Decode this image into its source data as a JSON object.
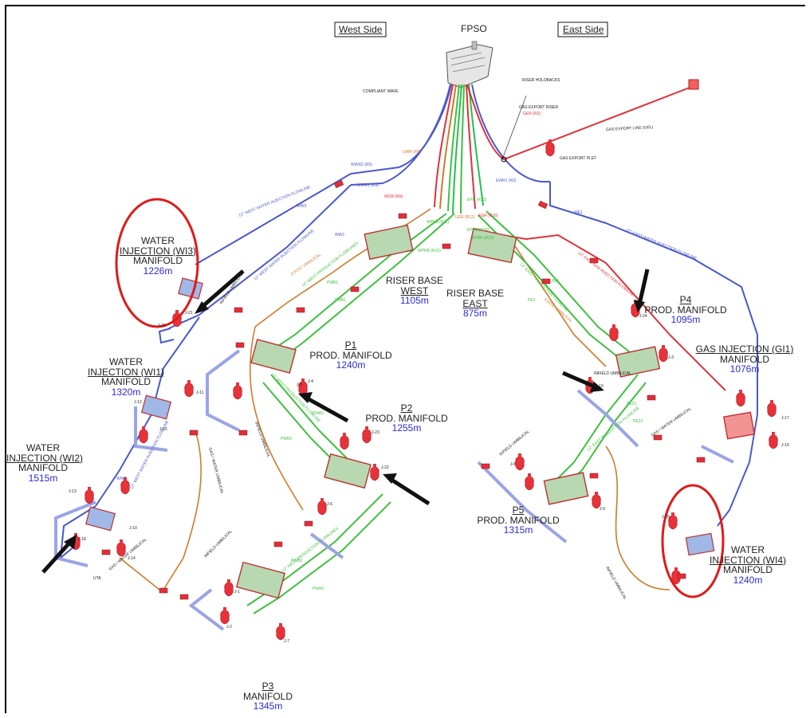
{
  "header": {
    "west": "West Side",
    "center": "FPSO",
    "east": "East Side"
  },
  "colors": {
    "water_injection": "#4a58cc",
    "production": "#3fbf3f",
    "gas": "#e0303a",
    "umbilical": "#d07a2a",
    "riser_green": "#20c050",
    "manifold_fill": "#f4a6a6",
    "depth_text": "#2b2bd6"
  },
  "manifolds": {
    "wi3": {
      "l1": "WATER",
      "l2": "INJECTION (WI3)",
      "l3": "MANIFOLD",
      "depth": "1226m"
    },
    "wi1": {
      "l1": "WATER",
      "l2": "INJECTION (WI1)",
      "l3": "MANIFOLD",
      "depth": "1320m"
    },
    "wi2": {
      "l1": "WATER",
      "l2": "INJECTION (WI2)",
      "l3": "MANIFOLD",
      "depth": "1515m"
    },
    "p1": {
      "l1": "P1",
      "l2": "PROD. MANIFOLD",
      "depth": "1240m"
    },
    "p2": {
      "l1": "P2",
      "l2": "PROD. MANIFOLD",
      "depth": "1255m"
    },
    "p3": {
      "l1": "P3",
      "l2": "MANIFOLD",
      "depth": "1345m"
    },
    "rbw": {
      "l1": "RISER BASE",
      "l2": "WEST",
      "depth": "1105m"
    },
    "rbe": {
      "l1": "RISER BASE",
      "l2": "EAST",
      "depth": "875m"
    },
    "p4": {
      "l1": "P4",
      "l2": "PROD. MANIFOLD",
      "depth": "1095m"
    },
    "gi1": {
      "l1": "GAS INJECTION (GI1)",
      "l2": "MANIFOLD",
      "depth": "1076m"
    },
    "p5": {
      "l1": "P5",
      "l2": "PROD. MANIFOLD",
      "depth": "1315m"
    },
    "wi4": {
      "l1": "WATER",
      "l2": "INJECTION (WI4)",
      "l3": "MANIFOLD",
      "depth": "1240m"
    }
  },
  "labels": {
    "compliant_wave": "COMPLIANT WAVE",
    "riser_holdbacks": "RISER HOLDBACKS",
    "gas_export_riser": "GAS EXPORT RISER",
    "ger": "GER (R3)",
    "gas_export_line": "GAS EXPORT LINE (GEL)",
    "gas_export_plet": "GAS EXPORT PLET",
    "west_wi_flowline_top": "12\" WEST WATER INJECTION FLOWLINE",
    "west_wi_flowline_mid": "12\" WEST WATER INJECTION FLOWLINE",
    "east_wi_flowline": "12\" EAST WATER INJECTION FLOWLINE",
    "east_gi_flowline": "12\" EAST GAS INJECTION FLOWLINE",
    "static_umbilical_w": "STATIC UMBILICAL",
    "static_umbilical_e": "STATIC UMBILICAL",
    "west_prod_flowline_1": "12\" WEST PRODUCTION FLOWLINES",
    "west_prod_flowline_2": "12\" WEST PRODUCTION FLOWLINE",
    "west_prod_flowline_3": "12\" WEST PRODUCTION FLOWLINES",
    "east_prod_flowline_1": "12\" EAST PRODUCTION FLOWLINE",
    "east_prod_flowline_2": "12\" EAST PRODUCTION FLOWLINE",
    "infield_umbilical_1": "INFIELD UMBILICAL",
    "infield_umbilical_2": "INFIELD UMBILICAL",
    "infield_umbilical_3": "INFIELD UMBILICAL",
    "infield_umbilical_4": "INFIELD UMBILICAL",
    "infield_umbilical_5": "INFIELD UMBILICAL",
    "infield_umbilical_6": "INFIELD UMBILICAL",
    "gas_water_umbilical_1": "GAS / WATER UMBILICAL",
    "gas_water_umbilical_2": "GAS / WATER UMBILICAL",
    "gas_water_umbilical_3": "GAS / WATER UMBILICAL",
    "west_wi_flowline_low": "12\" WEST WATER INJECTION FLOWLINE",
    "uta": "UTA",
    "wwr2": "WWR2 (R5)",
    "wwr1": "WWR1 (R4)",
    "ewr1": "EWR1 (R2)",
    "wi3_line": "WW3",
    "ww1": "WW1",
    "we1": "WE1",
    "wgr": "WGR (R9)",
    "uwr": "UWR (R8)",
    "wpr": "WPRA (R11)",
    "wprb": "WPRB (R10)",
    "epr": "EPR (R13)",
    "egr": "EGR (R16)",
    "epra": "EPRA (R14)",
    "eprb": "EPRB (R15)",
    "uer": "UER (R12)",
    "pw1": "PWB1",
    "pwa1": "PWA1",
    "pwa2": "PWA2",
    "pwb2": "PWB2",
    "pwb3": "PWB3",
    "pwa3": "PWA3",
    "pe1": "PE1",
    "pe2": "PE2",
    "pe21": "PE21",
    "pe22": "PE22",
    "ww2": "WW2",
    "j21": "J-21",
    "j20": "J-20",
    "j11": "J-11",
    "j12": "J-12",
    "j15": "J-15",
    "j13": "J-13",
    "j18": "J-18",
    "j14": "J-14",
    "j10": "J-10",
    "j23": "J-23",
    "j22": "J-22",
    "j5": "J-5",
    "j4": "J-4",
    "j6": "J-6",
    "j7": "J-7",
    "j24": "J-24",
    "j3": "J-3",
    "j17": "J-17",
    "j16": "J-16",
    "j19": "J-19",
    "j8": "J-8",
    "j9": "J-9",
    "j1": "J-1",
    "j2": "J-2",
    "j25": "J-25"
  }
}
